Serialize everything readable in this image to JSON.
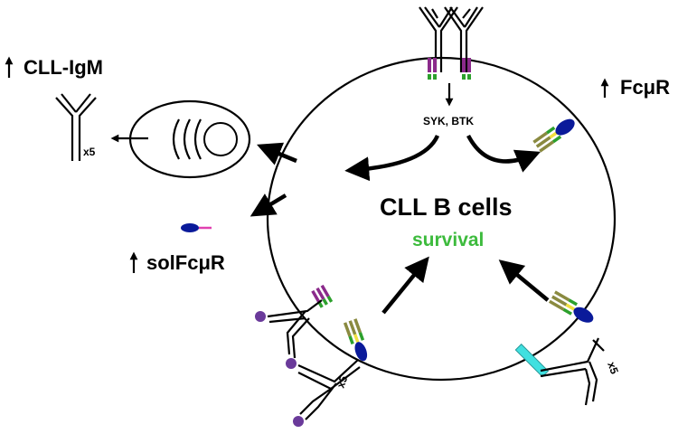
{
  "labels": {
    "cll_igm": "CLL-IgM",
    "fcmur": "FcμR",
    "solfcmur": "solFcμR",
    "kinases": "SYK, BTK",
    "cell_title": "CLL B cells",
    "survival": "survival",
    "multiplier_left": "x5",
    "multiplier_bottom": "x5",
    "multiplier_right": "x5"
  },
  "colors": {
    "survival_green": "#3dbb3d",
    "receptor_purple": "#8b2a8b",
    "fcmur_blue": "#0a1a9a",
    "sol_pink": "#e040b0",
    "antigen_purple": "#6a3a9a",
    "cyan_block": "#40e0e0",
    "green_seg": "#2ca02c",
    "yellow_seg": "#f0e040",
    "olive_seg": "#8a8a40"
  }
}
